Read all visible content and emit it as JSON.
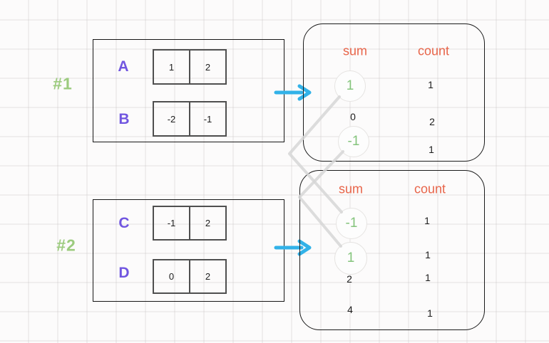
{
  "colors": {
    "purple_label": "#7156e0",
    "green_group_label": "#9ccb7e",
    "green_highlight_value": "#84c47c",
    "orange_header": "#e8654a",
    "cyan_arrow": "#32b2e8",
    "connector_grey": "#d6d6d6",
    "box_border": "#1a1a1a",
    "cell_border": "#4f4f4f"
  },
  "icons": {
    "flow_arrow": "arrow-right",
    "pair_connector": "crossed-link-lines"
  },
  "groups": [
    {
      "id": "#1",
      "arrays": [
        {
          "name": "A",
          "values": [
            "1",
            "2"
          ]
        },
        {
          "name": "B",
          "values": [
            "-2",
            "-1"
          ]
        }
      ],
      "result": {
        "headers": {
          "sum": "sum",
          "count": "count"
        },
        "rows": [
          {
            "sum": "1",
            "count": "1",
            "highlighted": true
          },
          {
            "sum": "0",
            "count": "2",
            "highlighted": false
          },
          {
            "sum": "-1",
            "count": "1",
            "highlighted": true
          }
        ]
      }
    },
    {
      "id": "#2",
      "arrays": [
        {
          "name": "C",
          "values": [
            "-1",
            "2"
          ]
        },
        {
          "name": "D",
          "values": [
            "0",
            "2"
          ]
        }
      ],
      "result": {
        "headers": {
          "sum": "sum",
          "count": "count"
        },
        "rows": [
          {
            "sum": "-1",
            "count": "1",
            "highlighted": true
          },
          {
            "sum": "1",
            "count": "1",
            "highlighted": true
          },
          {
            "sum": "2",
            "count": "1",
            "highlighted": false
          },
          {
            "sum": "4",
            "count": "1",
            "highlighted": false
          }
        ]
      }
    }
  ]
}
